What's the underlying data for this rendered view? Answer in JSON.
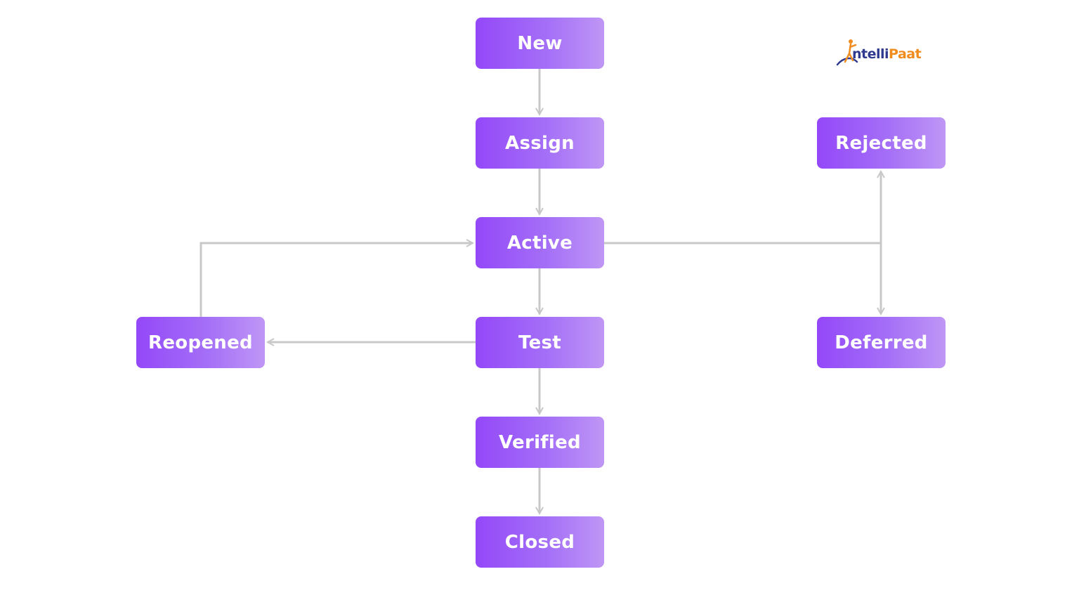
{
  "diagram": {
    "nodes": {
      "new": "New",
      "assign": "Assign",
      "active": "Active",
      "test": "Test",
      "verified": "Verified",
      "closed": "Closed",
      "rejected": "Rejected",
      "deferred": "Deferred",
      "reopened": "Reopened"
    },
    "edges": [
      {
        "from": "new",
        "to": "assign"
      },
      {
        "from": "assign",
        "to": "active"
      },
      {
        "from": "active",
        "to": "test"
      },
      {
        "from": "test",
        "to": "verified"
      },
      {
        "from": "verified",
        "to": "closed"
      },
      {
        "from": "active",
        "to": "rejected"
      },
      {
        "from": "active",
        "to": "deferred"
      },
      {
        "from": "test",
        "to": "reopened"
      },
      {
        "from": "reopened",
        "to": "active"
      }
    ]
  },
  "logo": {
    "text": "IntelliPaat",
    "part_a": "ntelli",
    "part_b": "Paat"
  },
  "colors": {
    "node_start": "#9448f9",
    "node_end": "#bf96f5",
    "connector": "#c8c8c8",
    "logo_blue": "#2f3a8f",
    "logo_orange": "#f08c1e"
  }
}
